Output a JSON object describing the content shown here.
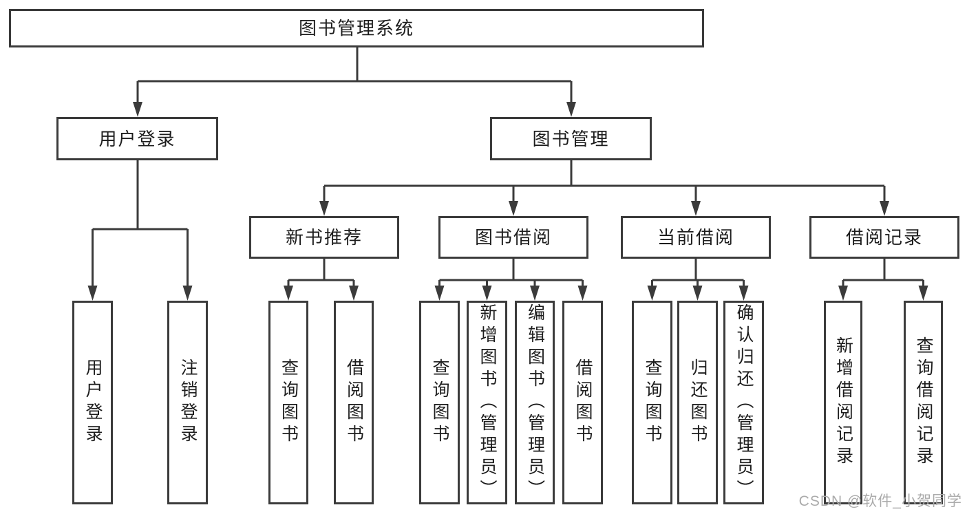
{
  "tree": {
    "label": "图书管理系统",
    "children": [
      {
        "label": "用户登录",
        "children": [
          {
            "label": "用户登录"
          },
          {
            "label": "注销登录"
          }
        ]
      },
      {
        "label": "图书管理",
        "children": [
          {
            "label": "新书推荐",
            "children": [
              {
                "label": "查询图书"
              },
              {
                "label": "借阅图书"
              }
            ]
          },
          {
            "label": "图书借阅",
            "children": [
              {
                "label": "查询图书"
              },
              {
                "label": "新增图书（管理员）"
              },
              {
                "label": "编辑图书（管理员）"
              },
              {
                "label": "借阅图书"
              }
            ]
          },
          {
            "label": "当前借阅",
            "children": [
              {
                "label": "查询图书"
              },
              {
                "label": "归还图书"
              },
              {
                "label": "确认归还（管理员）"
              }
            ]
          },
          {
            "label": "借阅记录",
            "children": [
              {
                "label": "新增借阅记录"
              },
              {
                "label": "查询借阅记录"
              }
            ]
          }
        ]
      }
    ]
  },
  "watermark": {
    "text": "CSDN @软件_小贺同学"
  },
  "colors": {
    "line": "#3b3b3b",
    "text": "#1d1d1d",
    "box_background": "#ffffff",
    "page_background": "#ffffff",
    "watermark": "#ababab"
  }
}
